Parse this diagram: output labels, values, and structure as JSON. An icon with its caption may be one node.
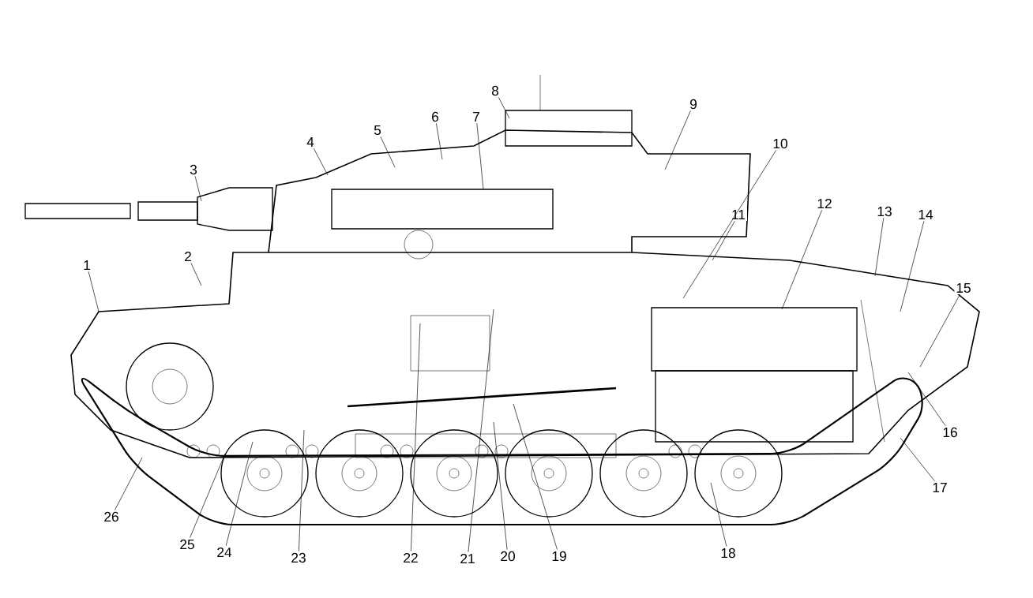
{
  "diagram": {
    "nodes": [
      {
        "text": [
          "1"
        ]
      },
      {
        "text": [
          "2"
        ]
      },
      {
        "text": [
          "3"
        ]
      },
      {
        "text": [
          "4"
        ]
      },
      {
        "text": [
          "5"
        ]
      },
      {
        "text": [
          "6"
        ]
      },
      {
        "text": [
          "7"
        ]
      },
      {
        "text": [
          "8"
        ]
      },
      {
        "text": [
          "9"
        ]
      },
      {
        "text": [
          "10"
        ]
      },
      {
        "text": [
          "11"
        ]
      },
      {
        "text": [
          "12"
        ]
      },
      {
        "text": [
          "13"
        ]
      },
      {
        "text": [
          "14"
        ]
      },
      {
        "text": [
          "15"
        ]
      },
      {
        "text": [
          "16"
        ]
      },
      {
        "text": [
          "17"
        ]
      },
      {
        "text": [
          "18"
        ]
      },
      {
        "text": [
          "19"
        ]
      },
      {
        "text": [
          "20"
        ]
      },
      {
        "text": [
          "21"
        ]
      },
      {
        "text": [
          "22"
        ]
      },
      {
        "text": [
          "23"
        ]
      },
      {
        "text": [
          "24"
        ]
      },
      {
        "text": [
          "25"
        ]
      },
      {
        "text": [
          "26"
        ]
      }
    ],
    "edges": [
      {
        "from": 0,
        "to": null,
        "arrow": "none"
      },
      {
        "from": 1,
        "to": null,
        "arrow": "none"
      },
      {
        "from": 2,
        "to": null,
        "arrow": "none"
      },
      {
        "from": 3,
        "to": null,
        "arrow": "none"
      },
      {
        "from": 4,
        "to": null,
        "arrow": "none"
      },
      {
        "from": 5,
        "to": null,
        "arrow": "none"
      },
      {
        "from": 6,
        "to": null,
        "arrow": "none"
      },
      {
        "from": 7,
        "to": null,
        "arrow": "none"
      },
      {
        "from": 8,
        "to": null,
        "arrow": "none"
      },
      {
        "from": 9,
        "to": null,
        "arrow": "none"
      },
      {
        "from": 10,
        "to": null,
        "arrow": "none"
      },
      {
        "from": 11,
        "to": null,
        "arrow": "none"
      },
      {
        "from": 12,
        "to": null,
        "arrow": "none"
      },
      {
        "from": 13,
        "to": null,
        "arrow": "none"
      },
      {
        "from": 14,
        "to": null,
        "arrow": "none"
      },
      {
        "from": 15,
        "to": null,
        "arrow": "none"
      },
      {
        "from": 16,
        "to": null,
        "arrow": "none"
      },
      {
        "from": 17,
        "to": null,
        "arrow": "none"
      },
      {
        "from": 18,
        "to": null,
        "arrow": "none"
      },
      {
        "from": 19,
        "to": null,
        "arrow": "none"
      },
      {
        "from": 20,
        "to": null,
        "arrow": "none"
      },
      {
        "from": 21,
        "to": null,
        "arrow": "none"
      },
      {
        "from": 22,
        "to": null,
        "arrow": "none"
      },
      {
        "from": 23,
        "to": null,
        "arrow": "none"
      },
      {
        "from": 24,
        "to": null,
        "arrow": "none"
      },
      {
        "from": 25,
        "to": null,
        "arrow": "none"
      }
    ]
  }
}
